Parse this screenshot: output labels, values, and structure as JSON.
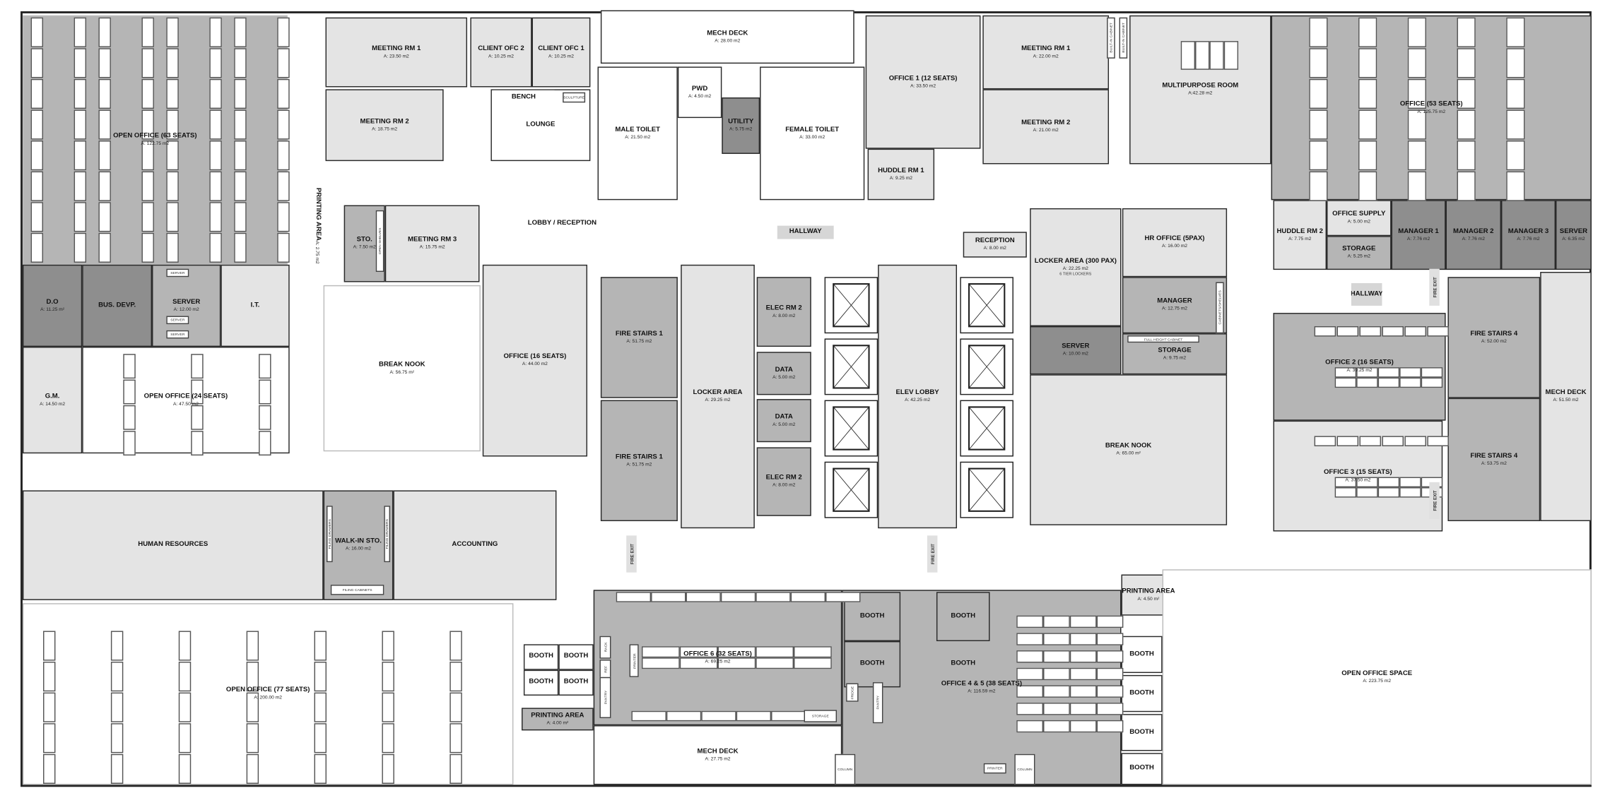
{
  "rooms": [
    {
      "name": "OPEN OFFICE (63 SEATS)",
      "area": "A: 122.75 m2"
    },
    {
      "name": "MEETING RM 1",
      "area": "A: 23.50 m2"
    },
    {
      "name": "MEETING RM 2",
      "area": "A: 18.75 m2"
    },
    {
      "name": "CLIENT OFC 2",
      "area": "A: 10.25 m2"
    },
    {
      "name": "CLIENT OFC 1",
      "area": "A: 10.25 m2"
    },
    {
      "name": "LOUNGE"
    },
    {
      "name": "BENCH"
    },
    {
      "name": "MECH DECK",
      "area": "A: 28.00 m2"
    },
    {
      "name": "MALE TOILET",
      "area": "A: 21.50 m2"
    },
    {
      "name": "PWD",
      "area": "A: 4.50 m2"
    },
    {
      "name": "UTILITY",
      "area": "A: 5.75 m2"
    },
    {
      "name": "FEMALE TOILET",
      "area": "A: 33.00 m2"
    },
    {
      "name": "OFFICE 1 (12 SEATS)",
      "area": "A: 33.50 m2"
    },
    {
      "name": "HUDDLE RM 1",
      "area": "A: 9.25 m2"
    },
    {
      "name": "MEETING RM 1",
      "area": "A: 22.00 m2"
    },
    {
      "name": "MEETING RM 2",
      "area": "A: 21.00 m2"
    },
    {
      "name": "MULTIPURPOSE ROOM",
      "area": "A:42.28 m2"
    },
    {
      "name": "OFFICE (53 SEATS)",
      "area": "A: 125.75 m2"
    },
    {
      "name": "HUDDLE RM 2",
      "area": "A: 7.75 m2"
    },
    {
      "name": "OFFICE SUPPLY",
      "area": "A: 5.00 m2"
    },
    {
      "name": "STORAGE",
      "area": "A: 5.25 m2"
    },
    {
      "name": "MANAGER 1",
      "area": "A: 7.76 m2"
    },
    {
      "name": "MANAGER 2",
      "area": "A: 7.76 m2"
    },
    {
      "name": "MANAGER 3",
      "area": "A: 7.76 m2"
    },
    {
      "name": "SERVER",
      "area": "A: 6.35 m2"
    },
    {
      "name": "HALLWAY"
    },
    {
      "name": "OFFICE 2 (16 SEATS)",
      "area": "A: 39.25 m2"
    },
    {
      "name": "OFFICE 3 (15 SEATS)",
      "area": "A: 37.50 m2"
    },
    {
      "name": "FIRE STAIRS 4",
      "area": "A: 52.00 m2"
    },
    {
      "name": "FIRE STAIRS 4",
      "area": "A: 53.75 m2"
    },
    {
      "name": "MECH DECK",
      "area": "A: 51.50 m2"
    },
    {
      "name": "LOBBY / RECEPTION"
    },
    {
      "name": "HALLWAY"
    },
    {
      "name": "RECEPTION",
      "area": "A: 8.00 m2"
    },
    {
      "name": "LOCKER AREA (300 PAX)",
      "area": "A: 22.25 m2",
      "note": "6 TIER LOCKERS"
    },
    {
      "name": "HR OFFICE (5PAX)",
      "area": "A: 16.00 m2"
    },
    {
      "name": "MANAGER",
      "area": "A: 12.75 m2"
    },
    {
      "name": "SERVER",
      "area": "A: 10.00 m2"
    },
    {
      "name": "STORAGE",
      "area": "A: 9.75 m2"
    },
    {
      "name": "BREAK NOOK",
      "area": "A: 65.00 m²"
    },
    {
      "name": "FIRE STAIRS 1",
      "area": "A: 51.75 m2"
    },
    {
      "name": "FIRE STAIRS 1",
      "area": "A: 51.75 m2"
    },
    {
      "name": "LOCKER AREA",
      "area": "A: 29.25 m2"
    },
    {
      "name": "ELEC RM 2",
      "area": "A: 8.00 m2"
    },
    {
      "name": "DATA",
      "area": "A: 5.00 m2"
    },
    {
      "name": "DATA",
      "area": "A: 5.00 m2"
    },
    {
      "name": "ELEC RM 2",
      "area": "A: 8.00 m2"
    },
    {
      "name": "ELEV LOBBY",
      "area": "A: 42.25 m2"
    },
    {
      "name": "STO.",
      "area": "A: 7.50 m2"
    },
    {
      "name": "MEETING RM 3",
      "area": "A: 15.75 m2"
    },
    {
      "name": "PRINTING AREA",
      "area": "A: 2.75 m2"
    },
    {
      "name": "BREAK NOOK",
      "area": "A: 56.75 m²"
    },
    {
      "name": "OFFICE (16 SEATS)",
      "area": "A: 44.00 m2"
    },
    {
      "name": "D.O",
      "area": "A: 11.25 m²"
    },
    {
      "name": "BUS. DEVP."
    },
    {
      "name": "SERVER",
      "area": "A: 12.00 m2"
    },
    {
      "name": "I.T."
    },
    {
      "name": "G.M.",
      "area": "A: 14.50 m2"
    },
    {
      "name": "OPEN OFFICE (24 SEATS)",
      "area": "A: 47.50 m2"
    },
    {
      "name": "HUMAN RESOURCES"
    },
    {
      "name": "WALK-IN STO.",
      "area": "A: 16.00 m2"
    },
    {
      "name": "ACCOUNTING"
    },
    {
      "name": "OPEN OFFICE (77 SEATS)",
      "area": "A: 200.00 m2"
    },
    {
      "name": "BOOTH"
    },
    {
      "name": "BOOTH"
    },
    {
      "name": "BOOTH"
    },
    {
      "name": "BOOTH"
    },
    {
      "name": "PRINTING AREA",
      "area": "A: 4.00 m²"
    },
    {
      "name": "OFFICE 6 (32 SEATS)",
      "area": "A: 69.25 m2"
    },
    {
      "name": "MECH DECK",
      "area": "A: 27.75 m2"
    },
    {
      "name": "OFFICE 4 & 5 (38 SEATS)",
      "area": "A: 116.59 m2"
    },
    {
      "name": "BOOTH"
    },
    {
      "name": "BOOTH"
    },
    {
      "name": "BOOTH"
    },
    {
      "name": "BOOTH"
    },
    {
      "name": "PRINTING AREA",
      "area": "A: 4.50 m²"
    },
    {
      "name": "BOOTH"
    },
    {
      "name": "BOOTH"
    },
    {
      "name": "BOOTH"
    },
    {
      "name": "BOOTH"
    },
    {
      "name": "OPEN OFFICE SPACE",
      "area": "A: 223.75 m2"
    }
  ],
  "fire_exits": [
    "FIRE EXIT",
    "FIRE EXIT",
    "FIRE EXIT",
    "FIRE EXIT"
  ],
  "fixtures": [
    "SCULPTURE",
    "OPEN SHELVES",
    "SERVER",
    "SERVER",
    "SERVER",
    "FILING DRAWERS",
    "FILING DRAWERS",
    "FILING CABINETS",
    "RACK",
    "REF",
    "PANTRY",
    "PRINTER",
    "STORAGE",
    "FRIDGE",
    "PANTRY",
    "COLUMN",
    "COLUMN",
    "PRINTER",
    "BUILT-IN CABINET",
    "BUILT-IN CABINET",
    "FULL HEIGHT CABINET",
    "CABINETS/SHELVES"
  ]
}
